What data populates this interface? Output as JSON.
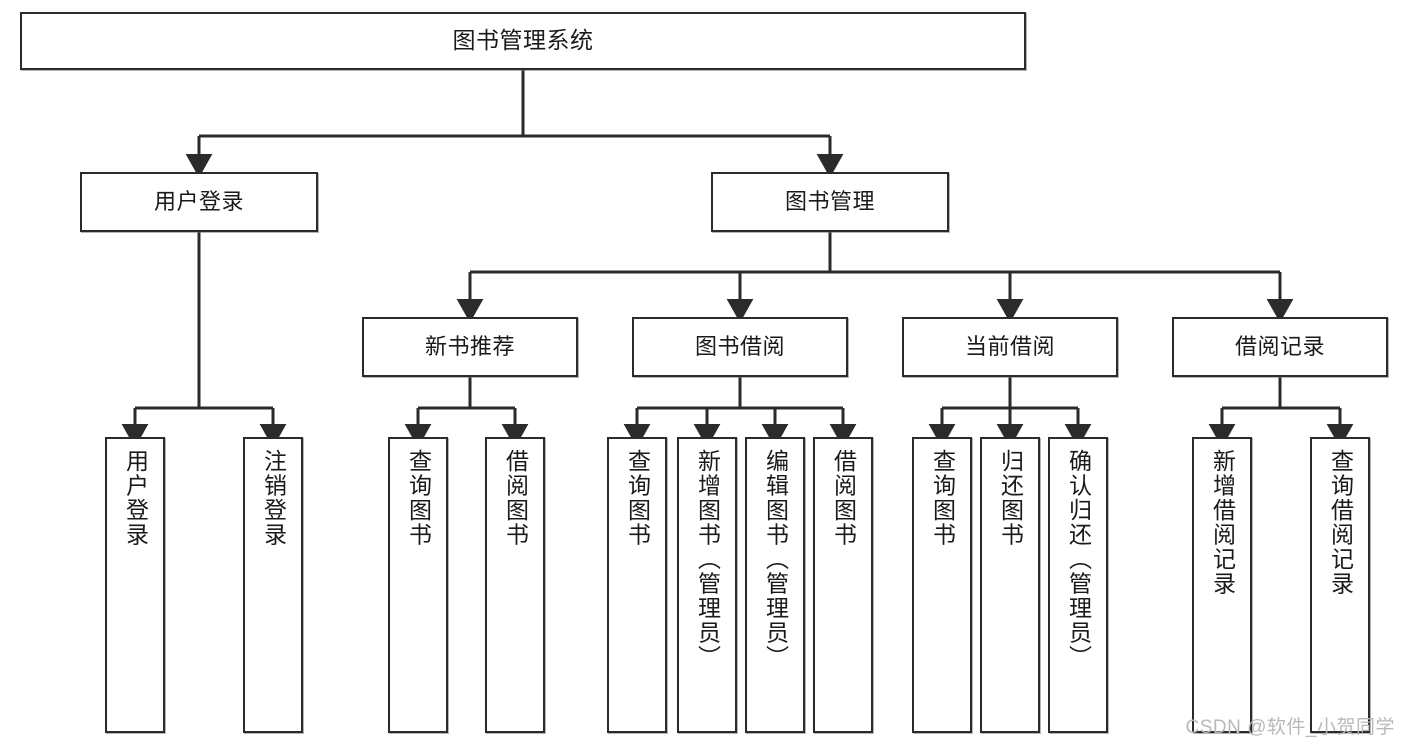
{
  "diagram": {
    "type": "tree-hierarchy",
    "title": "图书管理系统",
    "watermark": "CSDN @软件_小贺同学",
    "colors": {
      "box_border": "#2b2b2b",
      "box_fill": "#ffffff",
      "edge": "#2b2b2b",
      "watermark": "#b9b9b9"
    },
    "nodes": {
      "root": {
        "label": "图书管理系统"
      },
      "level2": [
        {
          "id": "user-login",
          "label": "用户登录"
        },
        {
          "id": "book-manage",
          "label": "图书管理"
        }
      ],
      "level3": [
        {
          "id": "new-book-recommend",
          "label": "新书推荐"
        },
        {
          "id": "book-borrow",
          "label": "图书借阅"
        },
        {
          "id": "current-borrow",
          "label": "当前借阅"
        },
        {
          "id": "borrow-record",
          "label": "借阅记录"
        }
      ],
      "leaves": {
        "user-login": [
          {
            "id": "leaf-user-login",
            "label": "用户登录"
          },
          {
            "id": "leaf-logout-login",
            "label": "注销登录"
          }
        ],
        "new-book-recommend": [
          {
            "id": "leaf-query-book-1",
            "label": "查询图书"
          },
          {
            "id": "leaf-borrow-book-1",
            "label": "借阅图书"
          }
        ],
        "book-borrow": [
          {
            "id": "leaf-query-book-2",
            "label": "查询图书"
          },
          {
            "id": "leaf-add-book-admin",
            "label": "新增图书（管理员）"
          },
          {
            "id": "leaf-edit-book-admin",
            "label": "编辑图书（管理员）"
          },
          {
            "id": "leaf-borrow-book-2",
            "label": "借阅图书"
          }
        ],
        "current-borrow": [
          {
            "id": "leaf-query-book-3",
            "label": "查询图书"
          },
          {
            "id": "leaf-return-book",
            "label": "归还图书"
          },
          {
            "id": "leaf-confirm-return-admin",
            "label": "确认归还（管理员）"
          }
        ],
        "borrow-record": [
          {
            "id": "leaf-add-borrow-record",
            "label": "新增借阅记录"
          },
          {
            "id": "leaf-query-borrow-record",
            "label": "查询借阅记录"
          }
        ]
      }
    }
  }
}
